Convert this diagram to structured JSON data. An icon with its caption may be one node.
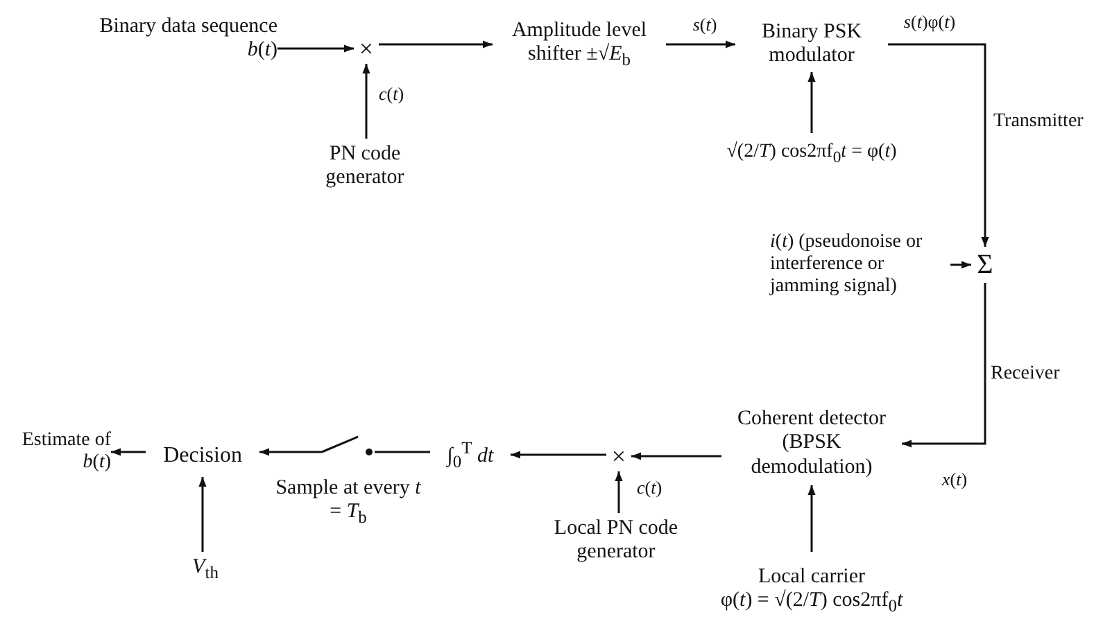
{
  "diagram": {
    "nodes": [
      {
        "text": [
          "Binary data sequence *b*(*t*)"
        ]
      },
      {
        "text": [
          "×"
        ]
      },
      {
        "text": [
          "PN code generator"
        ]
      },
      {
        "text": [
          "Amplitude level shifter ±√*E*$_{b}$"
        ]
      },
      {
        "text": [
          "Binary PSK modulator"
        ]
      },
      {
        "text": [
          "√(2/*T*) cos2πf$_{0}$*t* = φ(*t*)"
        ]
      },
      {
        "text": [
          "Σ"
        ]
      },
      {
        "text": [
          "*i*(*t*) (pseudonoise or interference or jamming signal)"
        ]
      },
      {
        "text": [
          "Coherent detector (BPSK demodulation)"
        ]
      },
      {
        "text": [
          "Local carrier",
          "φ(*t*) = √(2/*T*) cos2πf$_{0}$*t*"
        ]
      },
      {
        "text": [
          "×"
        ]
      },
      {
        "text": [
          "Local PN code generator"
        ]
      },
      {
        "text": [
          "∫$_{0}$$^{T}$ *dt*"
        ]
      },
      {
        "text": [],
        "shape": "switch",
        "beside": [
          "Sample at every *t* = *T*$_{b}$"
        ]
      },
      {
        "text": [
          "Decision"
        ]
      },
      {
        "text": [
          "*V*$_{th}$"
        ]
      },
      {
        "text": [
          "Estimate of *b*(*t*)"
        ]
      }
    ],
    "edges": [
      {
        "from": 0,
        "to": 1,
        "arrow": "to"
      },
      {
        "from": 2,
        "to": 1,
        "arrow": "to",
        "label": "*c*(*t*)"
      },
      {
        "from": 1,
        "to": 3,
        "arrow": "to"
      },
      {
        "from": 3,
        "to": 4,
        "arrow": "to",
        "label": "*s*(*t*)"
      },
      {
        "from": 5,
        "to": 4,
        "arrow": "to"
      },
      {
        "from": 4,
        "to": 6,
        "arrow": "to",
        "label": "*s*(*t*)φ(*t*)"
      },
      {
        "from": 7,
        "to": 6,
        "arrow": "to"
      },
      {
        "from": 6,
        "to": 8,
        "arrow": "to",
        "label": "*x*(*t*)"
      },
      {
        "from": 9,
        "to": 8,
        "arrow": "to"
      },
      {
        "from": 8,
        "to": 10,
        "arrow": "to"
      },
      {
        "from": 11,
        "to": 10,
        "arrow": "to",
        "label": "*c*(*t*)"
      },
      {
        "from": 10,
        "to": 12,
        "arrow": "to"
      },
      {
        "from": 12,
        "to": 13,
        "arrow": "none"
      },
      {
        "from": 13,
        "to": 14,
        "arrow": "to"
      },
      {
        "from": 15,
        "to": 14,
        "arrow": "to"
      },
      {
        "from": 14,
        "to": 16,
        "arrow": "to"
      }
    ],
    "labels": [
      "Transmitter",
      "Receiver"
    ]
  }
}
